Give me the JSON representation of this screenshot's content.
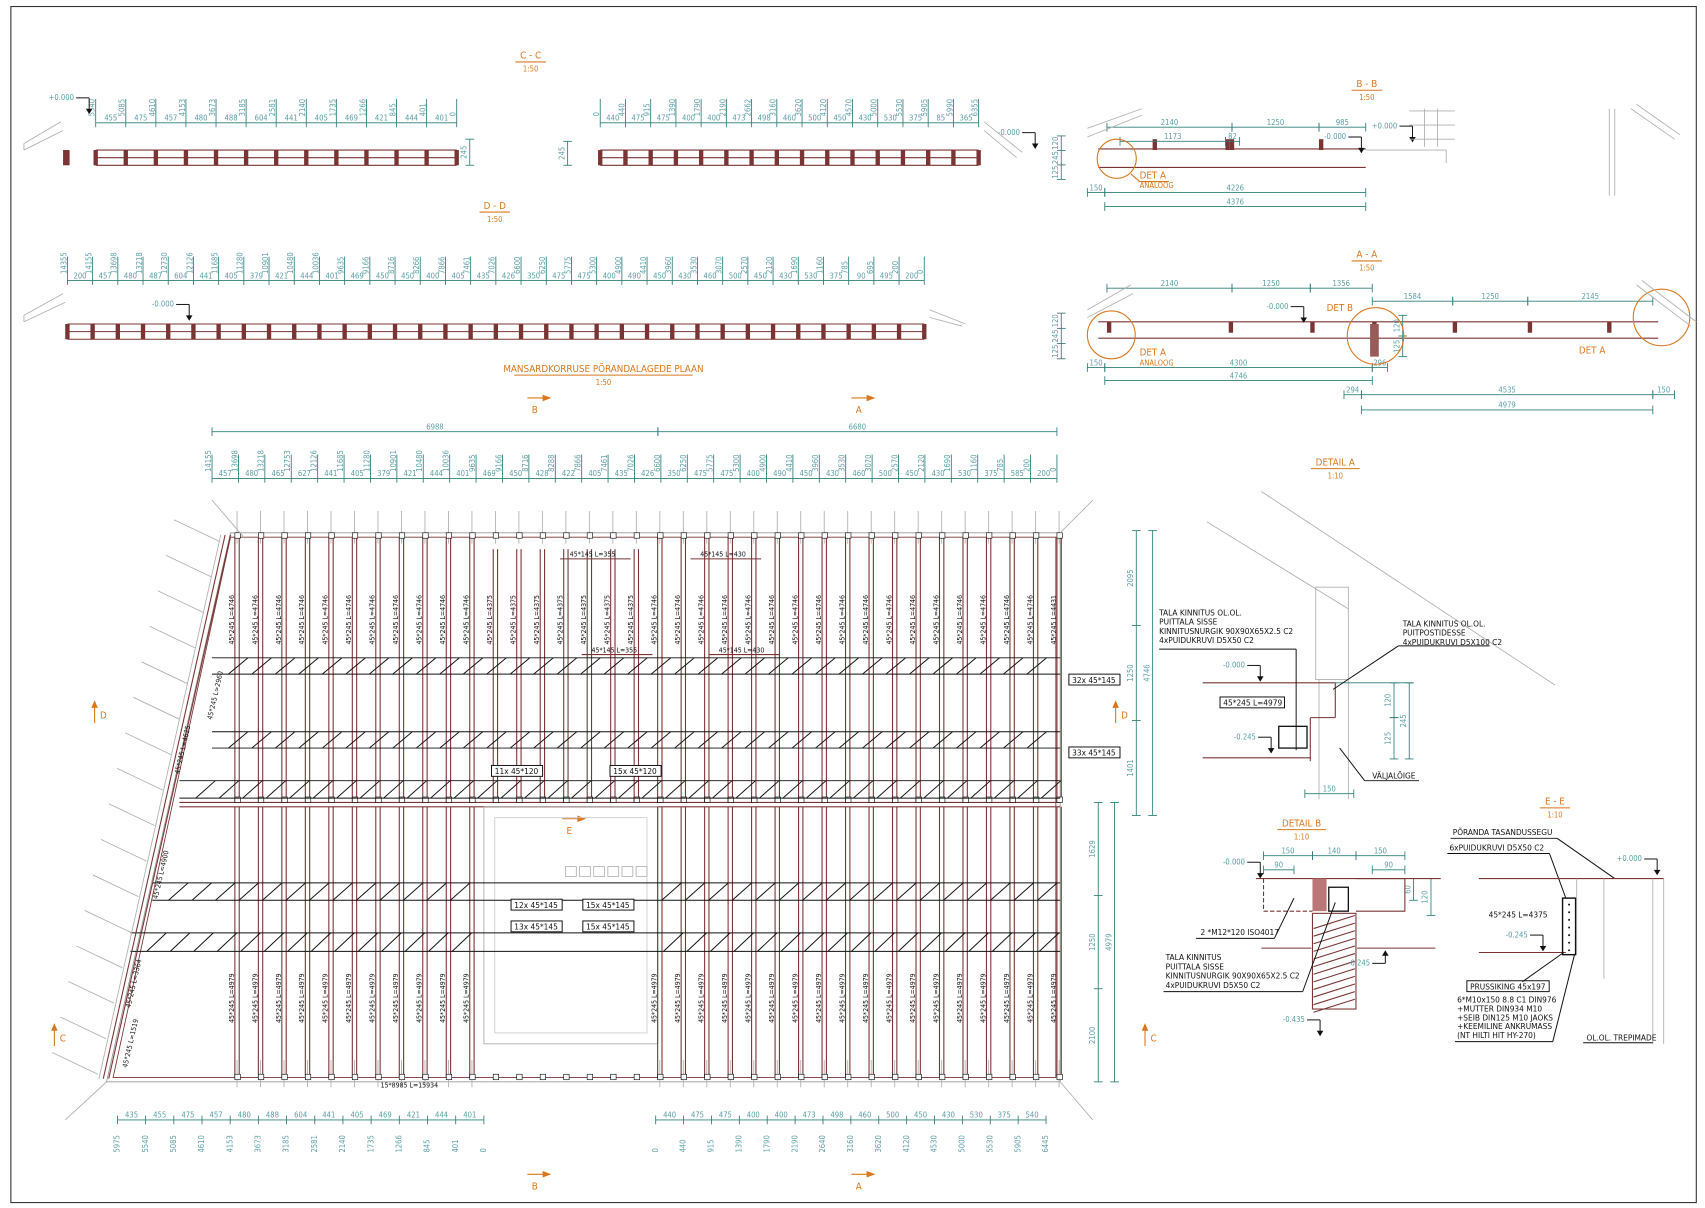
{
  "colors": {
    "dimension": "#2f7f7a",
    "dimension_text": "#5b9ea6",
    "timber": "#7a3434",
    "title": "#d9771e",
    "context": "#b0b0b0"
  },
  "cc": {
    "title": "C - C",
    "scale": "1:50",
    "left_segments": [
      "455",
      "475",
      "457",
      "480",
      "488",
      "604",
      "441",
      "405",
      "469",
      "421",
      "444",
      "401"
    ],
    "left_cumulative": [
      "5540",
      "5085",
      "4610",
      "4153",
      "3673",
      "3185",
      "2581",
      "2140",
      "1735",
      "1266",
      "845",
      "401",
      "0"
    ],
    "left_level": "+0.000",
    "left_height": "245",
    "right_segments": [
      "440",
      "475",
      "475",
      "400",
      "400",
      "473",
      "498",
      "460",
      "500",
      "450",
      "430",
      "530",
      "375",
      "85",
      "365"
    ],
    "right_cumulative": [
      "0",
      "440",
      "915",
      "1390",
      "1790",
      "2190",
      "2662",
      "3160",
      "3620",
      "4120",
      "4570",
      "5000",
      "5530",
      "5905",
      "5990",
      "6355"
    ],
    "right_level": "-0.000",
    "right_height": "245"
  },
  "dd": {
    "title": "D - D",
    "scale": "1:50",
    "segments": [
      "200",
      "457",
      "480",
      "487",
      "604",
      "441",
      "405",
      "379",
      "421",
      "444",
      "401",
      "469",
      "450",
      "450",
      "400",
      "405",
      "435",
      "426",
      "350",
      "475",
      "475",
      "400",
      "490",
      "450",
      "430",
      "460",
      "500",
      "450",
      "430",
      "530",
      "375",
      "90",
      "495",
      "200"
    ],
    "cumulative": [
      "14355",
      "14155",
      "13698",
      "13218",
      "12730",
      "12126",
      "11685",
      "11280",
      "10901",
      "10480",
      "10036",
      "9635",
      "9166",
      "8716",
      "8266",
      "7866",
      "7461",
      "7026",
      "6600",
      "6250",
      "5775",
      "5300",
      "4900",
      "4410",
      "3960",
      "3530",
      "3070",
      "2570",
      "2120",
      "1690",
      "1160",
      "785",
      "695",
      "200",
      "0"
    ],
    "level": "-0.000"
  },
  "bb": {
    "title": "B - B",
    "scale": "1:50",
    "top_dims": [
      "2140",
      "1250",
      "985"
    ],
    "inner_dims": [
      "1173",
      "82"
    ],
    "left_dims": [
      "120",
      "245",
      "125"
    ],
    "bottom_dims": [
      "150",
      "4226"
    ],
    "total": "4376",
    "level_left": "-0.000",
    "level_right": "+0.000",
    "detail_ref": "DET A",
    "detail_note": "ANALOOG"
  },
  "aa": {
    "title": "A - A",
    "scale": "1:50",
    "top_dims": [
      "2140",
      "1250",
      "1356",
      "1584",
      "1250",
      "2145"
    ],
    "left_dims": [
      "120",
      "245",
      "125"
    ],
    "mid_dims": [
      "120",
      "125"
    ],
    "bottom_dims": [
      "150",
      "4300",
      "296"
    ],
    "total_left": "4746",
    "bottom_right": [
      "294",
      "4535",
      "150"
    ],
    "total_right": "4979",
    "level": "-0.000",
    "detail_ref_a": "DET A",
    "detail_note": "ANALOOG",
    "detail_ref_b": "DET B",
    "detail_ref_a2": "DET A"
  },
  "plan": {
    "title": "MANSARDKORRUSE PÕRANDALAGEDE PLAAN",
    "scale": "1:50",
    "top_totals": [
      "6988",
      "6680"
    ],
    "top_segments": [
      "457",
      "480",
      "465",
      "627",
      "441",
      "405",
      "379",
      "421",
      "444",
      "401",
      "469",
      "450",
      "428",
      "422",
      "405",
      "435",
      "426",
      "350",
      "475",
      "475",
      "400",
      "490",
      "450",
      "430",
      "460",
      "500",
      "450",
      "430",
      "530",
      "375",
      "585",
      "200"
    ],
    "top_cumulative": [
      "14155",
      "13698",
      "13218",
      "12753",
      "12126",
      "11685",
      "11280",
      "10901",
      "10480",
      "10036",
      "9635",
      "9166",
      "8716",
      "8288",
      "7866",
      "7461",
      "7026",
      "6600",
      "6250",
      "5775",
      "5300",
      "4900",
      "4410",
      "3960",
      "3530",
      "3070",
      "2570",
      "2120",
      "1690",
      "1160",
      "785",
      "200",
      "0"
    ],
    "bottom_left_segments": [
      "435",
      "455",
      "475",
      "457",
      "480",
      "488",
      "604",
      "441",
      "405",
      "469",
      "421",
      "444",
      "401"
    ],
    "bottom_left_cumulative": [
      "5975",
      "5540",
      "5085",
      "4610",
      "4153",
      "3673",
      "3185",
      "2581",
      "2140",
      "1735",
      "1266",
      "845",
      "401",
      "0"
    ],
    "bottom_right_segments": [
      "440",
      "475",
      "475",
      "400",
      "400",
      "473",
      "498",
      "460",
      "500",
      "450",
      "430",
      "530",
      "375",
      "540"
    ],
    "bottom_right_cumulative": [
      "0",
      "440",
      "915",
      "1390",
      "1790",
      "2190",
      "2640",
      "3160",
      "3620",
      "4120",
      "4530",
      "5000",
      "5530",
      "5905",
      "6445"
    ],
    "right_upper_dims": [
      "2095",
      "1250",
      "1401"
    ],
    "right_upper_total": "4746",
    "right_lower_dims": [
      "1629",
      "1250",
      "2100"
    ],
    "right_lower_total": "4979",
    "upper_joists": [
      "45*245 L=4746",
      "45*245 L=4746",
      "45*245 L=4746",
      "45*245 L=4746",
      "45*245 L=4746",
      "45*245 L=4746",
      "45*245 L=4746",
      "45*245 L=4746",
      "45*245 L=4746",
      "45*245 L=4746",
      "45*245 L=4746",
      "45*245 L=4375",
      "45*245 L=4375",
      "45*245 L=4375",
      "45*245 L=4375",
      "45*245 L=4375",
      "45*245 L=4375",
      "45*245 L=4375",
      "45*245 L=4746",
      "45*245 L=4746",
      "45*245 L=4746",
      "45*245 L=4746",
      "45*245 L=4746",
      "45*245 L=4746",
      "45*245 L=4746",
      "45*245 L=4746",
      "45*245 L=4746",
      "45*245 L=4746",
      "45*245 L=4746",
      "45*245 L=4746",
      "45*245 L=4746",
      "45*245 L=4746",
      "45*245 L=4746",
      "45*245 L=4746",
      "45*245 L=4746",
      "45*245 L=4431"
    ],
    "lower_joists": [
      "45*245 L=4979",
      "45*245 L=4979",
      "45*245 L=4979",
      "45*245 L=4979",
      "45*245 L=4979",
      "45*245 L=4979",
      "45*245 L=4979",
      "45*245 L=4979",
      "45*245 L=4979",
      "45*245 L=4979",
      "45*245 L=4979",
      "",
      "",
      "",
      "",
      "",
      "",
      "",
      "45*245 L=4979",
      "45*245 L=4979",
      "45*245 L=4979",
      "45*245 L=4979",
      "45*245 L=4979",
      "45*245 L=4979",
      "45*245 L=4979",
      "45*245 L=4979",
      "45*245 L=4979",
      "45*245 L=4979",
      "45*245 L=4979",
      "45*245 L=4979",
      "45*245 L=4979",
      "45*245 L=4979",
      "45*245 L=4979",
      "45*245 L=4979",
      "45*245 L=4979",
      "45*245 L=4979"
    ],
    "trimmers": [
      "45*145 L=355",
      "45*145 L=430",
      "45*145 L=355",
      "45*145 L=430"
    ],
    "diagonal_joists": [
      "45*245 L=2960",
      "45*245 L=4625",
      "45*245 L=4900",
      "45*245 L=3364",
      "45*245 L=1519"
    ],
    "rim_label": "15*8985 L=15934",
    "blocking_labels": [
      "32x 45*145",
      "33x 45*145",
      "11x 45*120",
      "15x 45*120",
      "12x 45*145",
      "15x 45*145",
      "13x 45*145",
      "15x 45*145"
    ],
    "markers": {
      "b": "B",
      "a": "A",
      "d": "D",
      "c": "C",
      "e": "E"
    }
  },
  "detail_a": {
    "title": "DETAIL A",
    "scale": "1:10",
    "note_left": [
      "TALA KINNITUS OL.OL.",
      "PUITTALA SISSE",
      "KINNITUSNURGIK 90X90X65X2.5 C2",
      "4xPUIDUKRUVI D5X50 C2"
    ],
    "note_right": [
      "TALA KINNITUS OL.OL.",
      "PUITPOSTIDESSE",
      "4xPUIDUKRUVI D5X100 C2"
    ],
    "level_top": "-0.000",
    "level_bottom": "-0.245",
    "beam_label": "45*245 L=4979",
    "cut_label": "VÄLJALÕIGE",
    "dims": [
      "120",
      "245",
      "125",
      "150"
    ]
  },
  "detail_b": {
    "title": "DETAIL B",
    "scale": "1:10",
    "top_dims": [
      "150",
      "140",
      "150"
    ],
    "sub_dims": [
      "90",
      "90"
    ],
    "right_dims": [
      "60",
      "120"
    ],
    "level_top": "-0.000",
    "level_right": "-0.245",
    "level_bottom": "-0.435",
    "bolt_label": "2 *M12*120 ISO4017",
    "note": [
      "TALA KINNITUS",
      "PUITTALA SISSE",
      "KINNITUSNURGIK 90X90X65X2.5 C2",
      "4xPUIDUKRUVI D5X50 C2"
    ]
  },
  "ee": {
    "title": "E - E",
    "scale": "1:10",
    "screed_label": "PÕRANDA TASANDUSSEGU",
    "screw_label": "6xPUIDUKRUVI D5X50 C2",
    "level_top": "+0.000",
    "beam_label": "45*245 L=4375",
    "level_mid": "-0.245",
    "ledger_label": "PRUSSIKING 45x197",
    "anchor_note": [
      "6*M10x150 8.8 C1 DIN976",
      "+MUTTER DIN934 M10",
      "+SEIB DIN125 M10 JAOKS",
      "+KEEMILINE ANKRUMASS",
      "(NT HILTI HIT HY-270)"
    ],
    "stair_label": "OL.OL. TREPIMADE"
  }
}
